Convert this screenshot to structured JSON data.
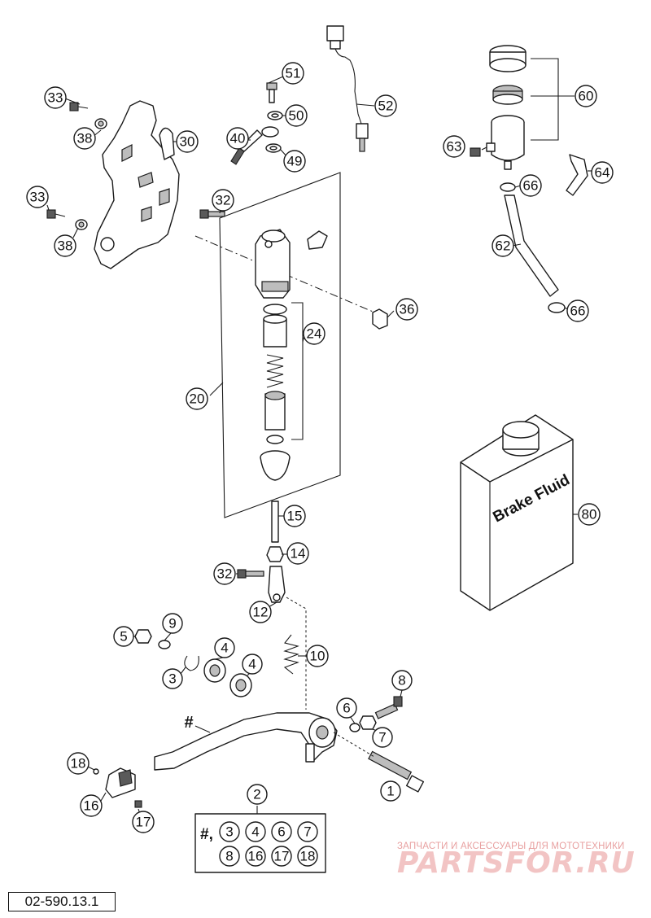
{
  "diagram_code": "02-590.13.1",
  "watermark": {
    "tagline": "ЗАПЧАСТИ И АКСЕССУАРЫ ДЛЯ МОТОТЕХНИКИ",
    "brand": "PARTSFOR.RU"
  },
  "fluid_can_label": "Brake Fluid",
  "set_box": {
    "prefix": "#,",
    "items": [
      "3",
      "4",
      "6",
      "7",
      "8",
      "16",
      "17",
      "18"
    ]
  },
  "hash_mark": "#",
  "callouts": [
    "1",
    "2",
    "3",
    "4",
    "4",
    "5",
    "6",
    "7",
    "8",
    "9",
    "10",
    "12",
    "14",
    "15",
    "16",
    "17",
    "18",
    "20",
    "24",
    "30",
    "32",
    "32",
    "33",
    "33",
    "36",
    "38",
    "38",
    "40",
    "49",
    "50",
    "51",
    "52",
    "60",
    "62",
    "63",
    "64",
    "66",
    "66",
    "80"
  ]
}
